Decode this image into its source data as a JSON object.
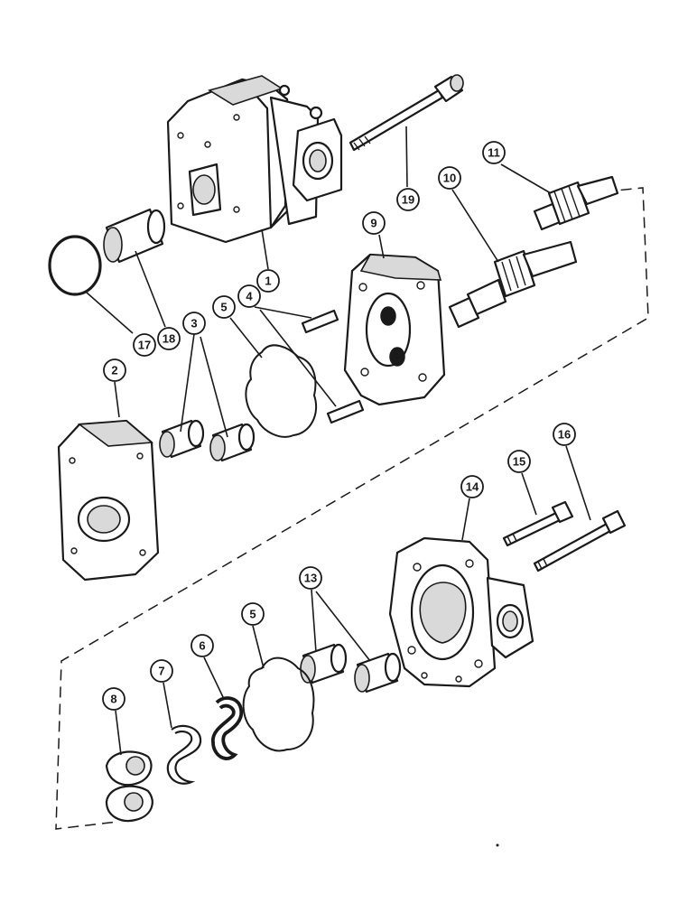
{
  "callouts": [
    {
      "label": "1"
    },
    {
      "label": "2"
    },
    {
      "label": "3"
    },
    {
      "label": "4"
    },
    {
      "label": "5"
    },
    {
      "label": "5"
    },
    {
      "label": "6"
    },
    {
      "label": "7"
    },
    {
      "label": "8"
    },
    {
      "label": "9"
    },
    {
      "label": "10"
    },
    {
      "label": "11"
    },
    {
      "label": "13"
    },
    {
      "label": "14"
    },
    {
      "label": "15"
    },
    {
      "label": "16"
    },
    {
      "label": "17"
    },
    {
      "label": "18"
    },
    {
      "label": "19"
    }
  ]
}
